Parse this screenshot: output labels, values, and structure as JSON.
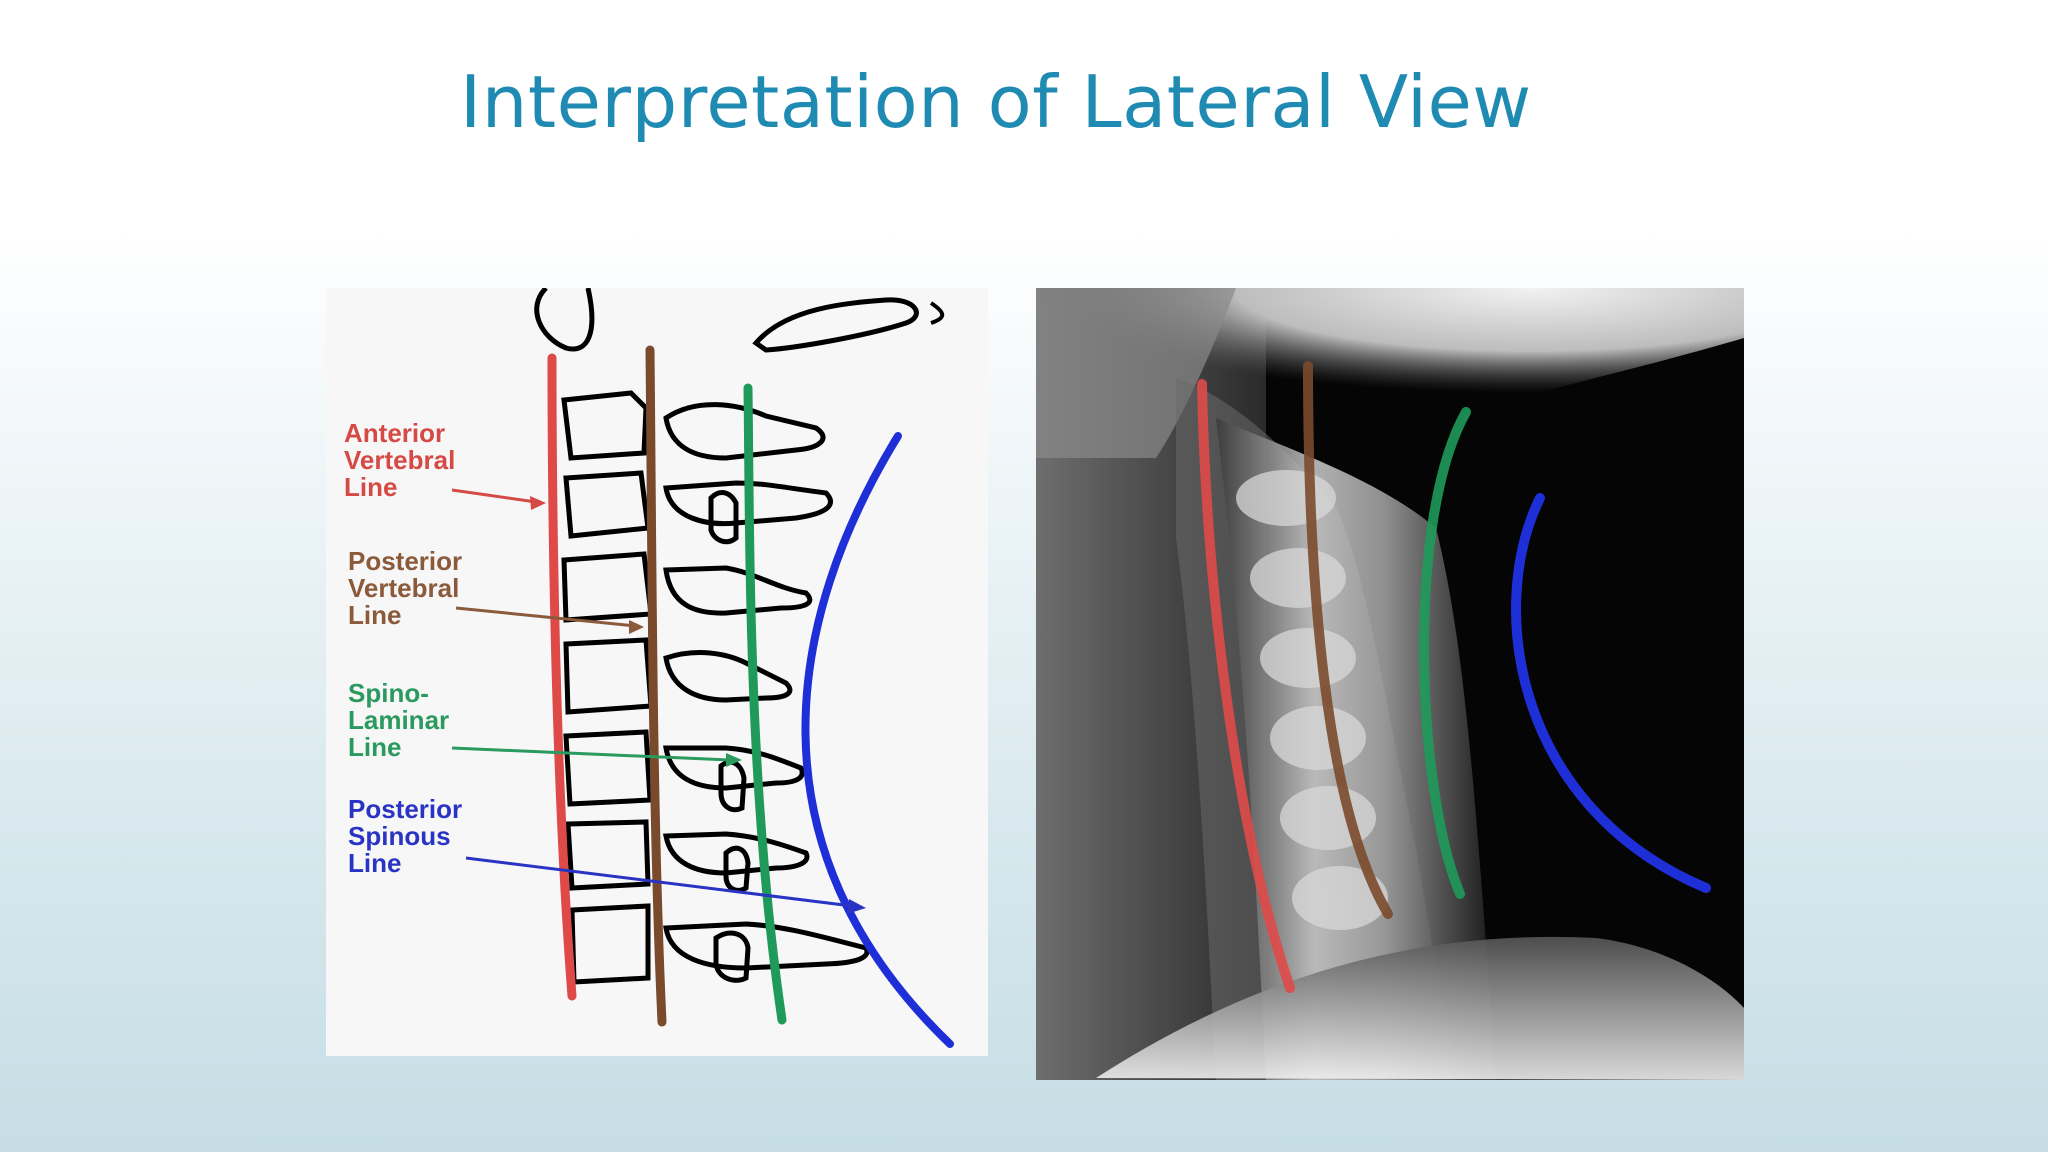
{
  "slide": {
    "title": "Interpretation of Lateral View"
  },
  "diagram": {
    "labels": [
      {
        "id": "anterior",
        "lines": [
          "Anterior",
          "Vertebral",
          "Line"
        ],
        "color": "#d64a45"
      },
      {
        "id": "posterior_vertebral",
        "lines": [
          "Posterior",
          "Vertebral",
          "Line"
        ],
        "color": "#8a5a3a"
      },
      {
        "id": "spinolaminar",
        "lines": [
          "Spino-",
          "Laminar",
          "Line"
        ],
        "color": "#2a9a5e"
      },
      {
        "id": "posterior_spinous",
        "lines": [
          "Posterior",
          "Spinous",
          "Line"
        ],
        "color": "#2a34c4"
      }
    ]
  },
  "colors": {
    "anterior_line": "#de4a48",
    "posterior_vertebral_line": "#7a4a2c",
    "spinolaminar_line": "#1f9a5a",
    "posterior_spinous_line": "#1f2fd8"
  }
}
